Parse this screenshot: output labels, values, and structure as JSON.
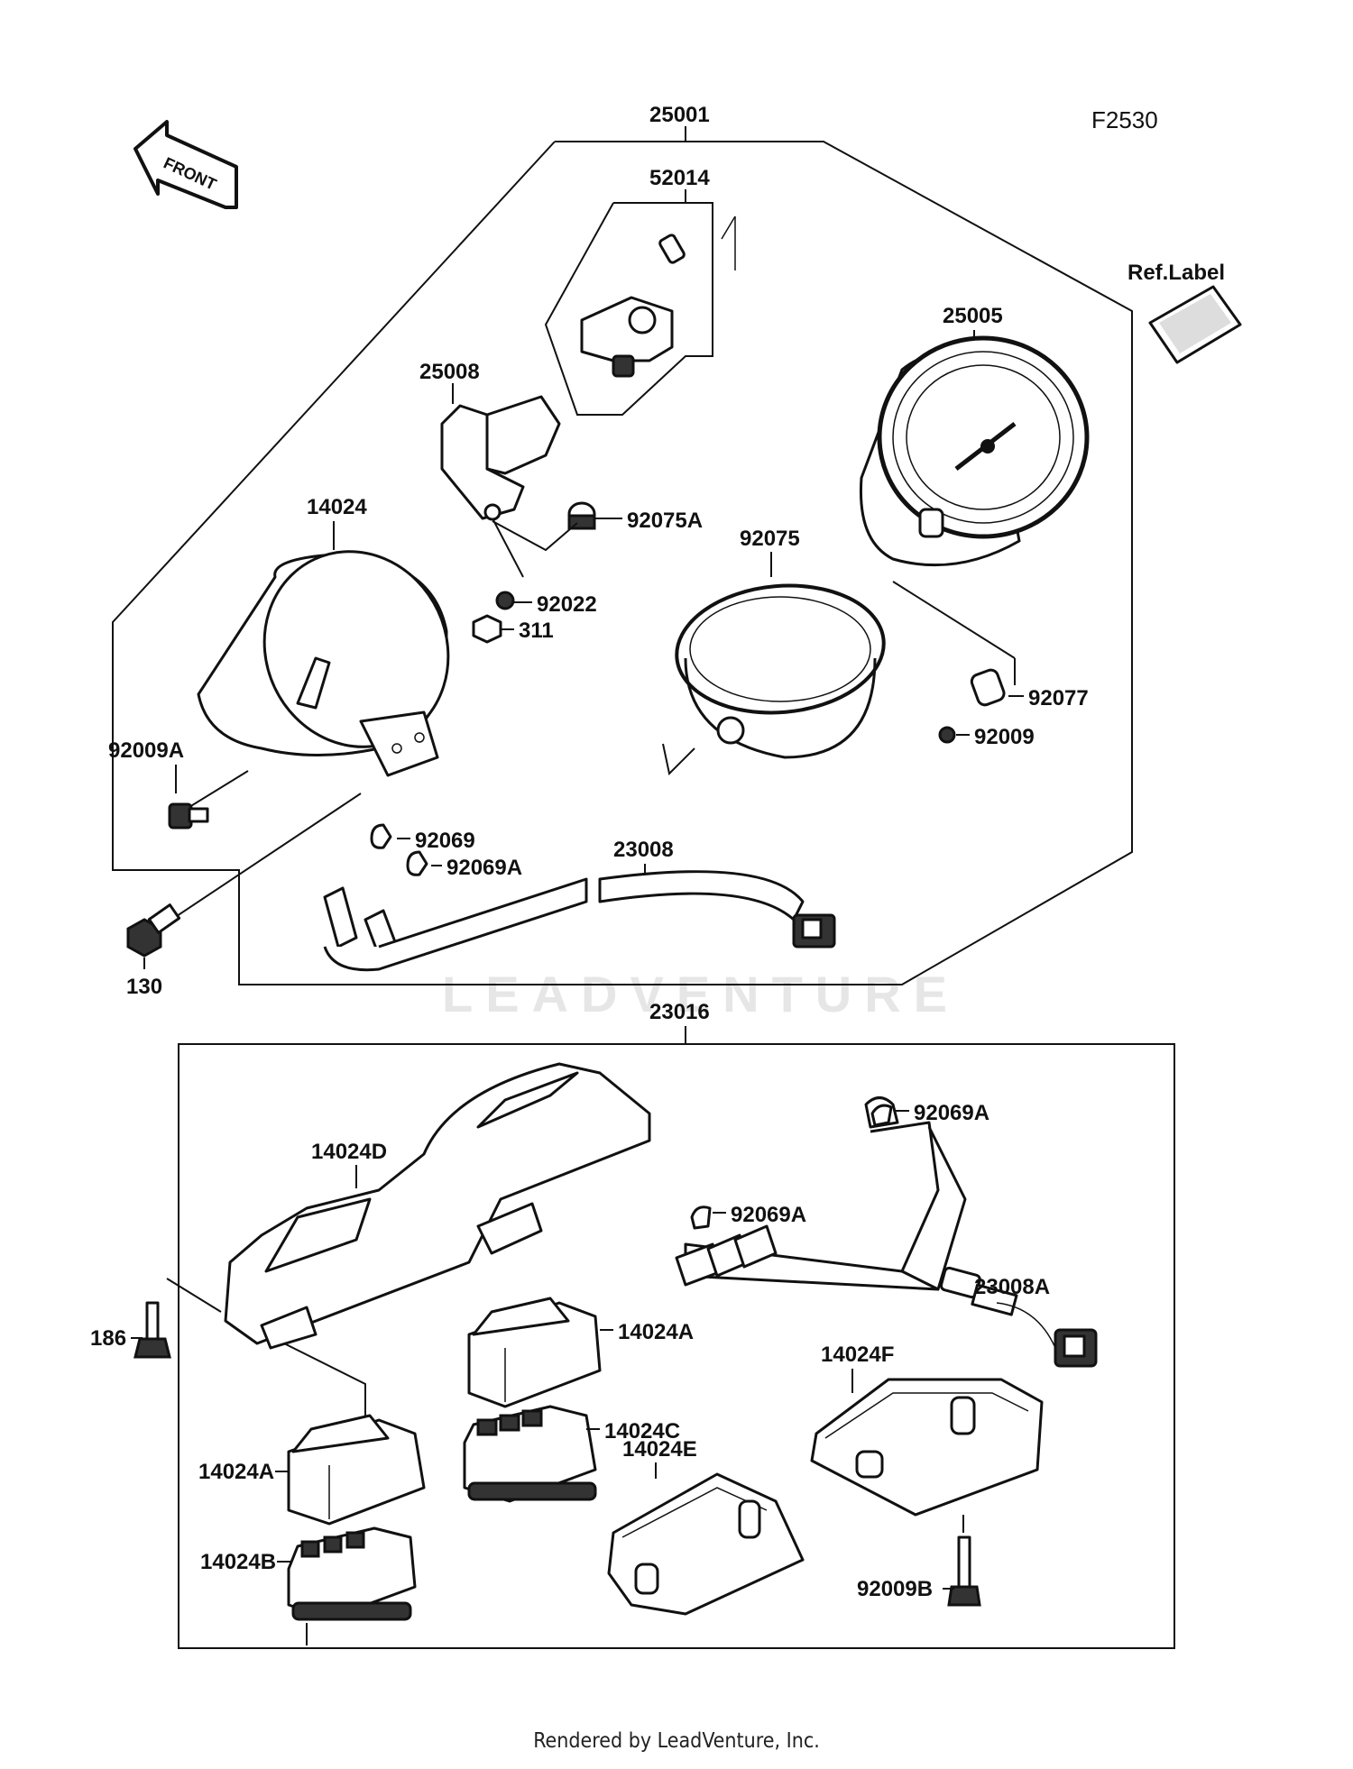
{
  "figure_code": "F2530",
  "front_arrow_label": "FRONT",
  "ref_label": "Ref.Label",
  "watermark": "LEADVENTURE",
  "footer": "Rendered by LeadVenture, Inc.",
  "assemblies": {
    "meter_assembly": "25001",
    "indicator_assembly": "23016"
  },
  "parts": {
    "p52014": "52014",
    "p25008": "25008",
    "p25005": "25005",
    "p14024": "14024",
    "p92075A": "92075A",
    "p92075": "92075",
    "p92022": "92022",
    "p311": "311",
    "p92077": "92077",
    "p92009": "92009",
    "p92009A": "92009A",
    "p92069": "92069",
    "p92069A": "92069A",
    "p23008": "23008",
    "p130": "130",
    "p14024D": "14024D",
    "p92069A_b1": "92069A",
    "p92069A_b2": "92069A",
    "p23008A": "23008A",
    "p186": "186",
    "p14024A_1": "14024A",
    "p14024C": "14024C",
    "p14024F": "14024F",
    "p14024A_2": "14024A",
    "p14024E": "14024E",
    "p14024B": "14024B",
    "p92009B": "92009B"
  }
}
